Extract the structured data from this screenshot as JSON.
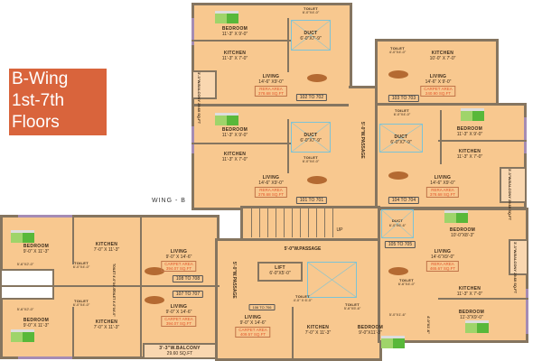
{
  "title": {
    "line1": "B-Wing",
    "line2": "1st-7th",
    "line3": "Floors"
  },
  "wing_label": "WING - B",
  "passages": {
    "vertical_top": "5'-0\"W.PASSAGE",
    "horizontal": "5'-0\"W.PASSAGE",
    "vertical_bottom": "5'-0\"W.PASSAGE",
    "stair_up": "UP"
  },
  "lift": {
    "name": "LIFT",
    "size": "6'-0\"X5'-0\""
  },
  "units": {
    "u102": {
      "label": "102 TO 702",
      "bedroom": "BEDROOM",
      "bedroom_size": "11'-3\" X 9'-0\"",
      "kitchen": "KITCHEN",
      "kitchen_size": "11'-3\" X 7'-0\"",
      "living": "LIVING",
      "living_size": "14'-6\" X9'-0\"",
      "area_name": "RERA AREA",
      "area": "378.68 SQ.FT",
      "duct": "DUCT",
      "duct_size": "6'-0\"X7'-9\"",
      "toilet": "TOILET",
      "toilet_size": "6'-0\"X4'-0\"",
      "balcony": "3'-3\"W.BALCONY 29.60 SQ.FT"
    },
    "u101": {
      "label": "101 TO 701",
      "bedroom": "BEDROOM",
      "bedroom_size": "11'-3\" X 9'-0\"",
      "kitchen": "KITCHEN",
      "kitchen_size": "11'-3\" X 7'-0\"",
      "living": "LIVING",
      "living_size": "14'-6\" X9'-0\"",
      "area_name": "RERA AREA",
      "area": "378.68 SQ.FT",
      "duct": "DUCT",
      "duct_size": "6'-0\"X7'-9\"",
      "toilet": "TOILET",
      "toilet_size": "6'-0\"X4'-0\""
    },
    "u103": {
      "label": "103 TO 703",
      "kitchen": "KITCHEN",
      "kitchen_size": "10'-0\" X 7'-0\"",
      "living": "LIVING",
      "living_size": "14'-6\" X 9'-0\"",
      "area_name": "CARPET AREA",
      "area": "240.90 SQ.FT",
      "toilet": "TOILET",
      "toilet_size": "4'-0\"X4'-0\""
    },
    "u104": {
      "label": "104 TO 704",
      "bedroom": "BEDROOM",
      "bedroom_size": "11'-3\" X 9'-0\"",
      "kitchen": "KITCHEN",
      "kitchen_size": "11'-3\" X 7'-0\"",
      "living": "LIVING",
      "living_size": "14'-6\" X9'-0\"",
      "area_name": "RERA AREA",
      "area": "378.68 SQ.FT",
      "duct": "DUCT",
      "duct_size": "6'-0\"X7'-9\"",
      "toilet": "TOILET",
      "toilet_size": "6'-0\"X4'-0\"",
      "balcony": "3'-3\"W.BALCONY 29.60 SQ.FT"
    },
    "u105": {
      "label": "105 TO 705",
      "bedroom1": "BEDROOM",
      "bedroom1_size": "10'-0\"X8'-3\"",
      "bedroom2": "BEDROOM",
      "bedroom2_size": "11'-3\"X9'-0\"",
      "kitchen": "KITCHEN",
      "kitchen_size": "11'-3\" X 7'-0\"",
      "living": "LIVING",
      "living_size": "14'-6\"X9'-0\"",
      "area_name": "RERA AREA",
      "area": "465.67 SQ.FT",
      "duct": "DUCT",
      "duct_size": "6'-0\"X6'-6\"",
      "toilet": "TOILET",
      "toilet_size": "6'-6\"X4'-0\"",
      "balcony": "3'-3\"W.BALCONY 29.60 SQ.FT",
      "ledge": "4'-0\"X1'-6\""
    },
    "u106": {
      "label": "106 TO 706",
      "living": "LIVING",
      "living_size": "9'-0\" X 14'-6\"",
      "area_name": "CARPET AREA",
      "area": "409.57 SQ.FT",
      "kitchen": "KITCHEN",
      "kitchen_size": "7'-0\" X 11'-3\"",
      "bedroom": "BEDROOM",
      "bedroom_size": "9'-0\"X11'-3\"",
      "toilet1": "TOILET",
      "toilet1_size": "4'-0\" X 6'-0\"",
      "toilet2": "TOILET",
      "toilet2_size": "5'-6\"X5'-6\"",
      "ledge": "5'-0\"X1'-6\""
    },
    "u108": {
      "label": "108 TO 708",
      "bedroom": "BEDROOM",
      "bedroom_size": "9'-0\" X 11'-3\"",
      "kitchen": "KITCHEN",
      "kitchen_size": "7'-0\" X 11'-3\"",
      "living": "LIVING",
      "living_size": "9'-0\" X 14'-6\"",
      "area_name": "CARPET AREA",
      "area": "394.07 SQ.FT",
      "toilet": "TOILET",
      "toilet_size": "6'-0\"X4'-0\"",
      "toilet2": "TOILET 4'-0\"X4'-0\"",
      "ledge": "5'-6\"X2'-0\""
    },
    "u107": {
      "label": "107 TO 707",
      "bedroom": "BEDROOM",
      "bedroom_size": "9'-0\" X 11'-3\"",
      "kitchen": "KITCHEN",
      "kitchen_size": "7'-0\" X 11'-3\"",
      "living": "LIVING",
      "living_size": "9'-0\" X 14'-6\"",
      "area_name": "CARPET AREA",
      "area": "394.07 SQ.FT",
      "toilet": "TOILET",
      "toilet_size": "6'-0\"X4'-0\"",
      "toilet2": "TOILET 4'-0\"X4'-0\"",
      "ledge": "5'-6\"X2'-0\"",
      "balcony": "3'-3\"W.BALCONY",
      "balcony_area": "29.60 SQ.FT"
    }
  },
  "colors": {
    "floor": "#f8c88f",
    "wall": "#857560",
    "window": "#a58cb4",
    "title_bg": "#d9643c",
    "area_text": "#e2552a"
  }
}
